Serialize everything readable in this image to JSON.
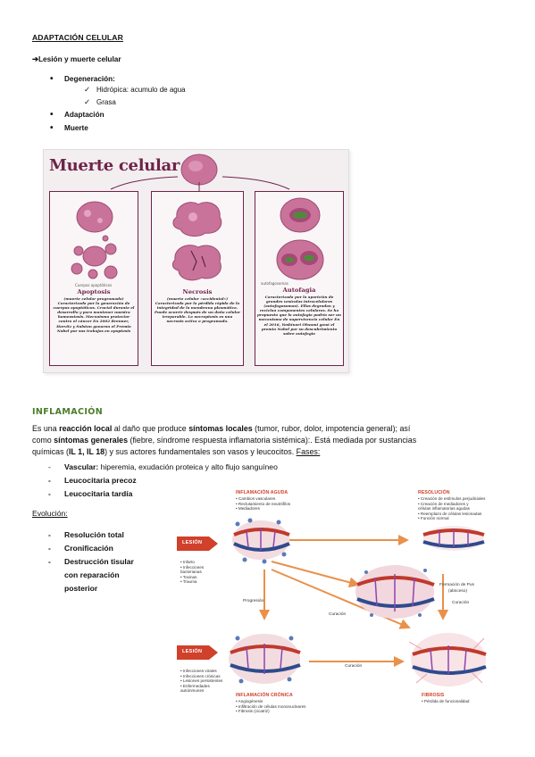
{
  "header": {
    "title": "ADAPTACIÓN CELULAR",
    "subtitle": "➔Lesión y muerte celular"
  },
  "outline": {
    "degeneracion": "Degeneración:",
    "hidropica": "Hidrópica: acumulo de agua",
    "grasa": "Grasa",
    "adaptacion": "Adaptación",
    "muerte": "Muerte"
  },
  "muerte_figure": {
    "title": "Muerte celular",
    "apoptosis": {
      "label": "Apoptosis",
      "tiny_label": "Cuerpos apoptóticos",
      "text": "(muerte celular programada) Caracterizada por la generación de cuerpos apoptóticos. Crucial durante el desarrollo y para mantener nuestra homeostasis. Mecanismo protector contra el cáncer En 2002 Brenner, Horvitz y Sulston ganaron el Premio Nobel por sus trabajos en apoptosis"
    },
    "necrosis": {
      "label": "Necrosis",
      "text": "(muerte celular «accidental») Caracterizada por la pérdida rápida de la integridad de la membrana plasmática. Puede ocurrir después de un daño celular irreparable. La necroptosis es una necrosis activa o programada."
    },
    "autofagia": {
      "label": "Autofagia",
      "tiny_label": "autofagosomas",
      "text": "Caracterizada por la aparición de grandes vesículas intracelulares (autofagosomas). Ellos degradan y reciclan componentes celulares. Se ha propuesto que la autofagia podría ser un mecanismo de supervivencia celular En el 2016, Yoshinori Ohsumi ganó el premio Nobel por su descubrimiento sobre autofagia"
    }
  },
  "inflamacion": {
    "heading": "INFLAMACIÓN",
    "p1_a": "Es una ",
    "p1_b": "reacción local",
    "p1_c": " al daño que produce ",
    "p1_d": "síntomas locales",
    "p1_e": " (tumor, rubor, dolor, impotencia general); así",
    "p2_a": "como ",
    "p2_b": "síntomas generales",
    "p2_c": " (fiebre, síndrome respuesta inflamatoria sistémica):. Está mediada por sustancias",
    "p3_a": "químicas (",
    "p3_b": "IL 1, IL 18",
    "p3_c": ") y sus actores fundamentales son vasos y leucocitos. ",
    "p3_d": "Fases:",
    "fase1_b": "Vascular:",
    "fase1_t": " hiperemia, exudación proteica y alto flujo sanguíneo",
    "fase2": "Leucocitaria precoz",
    "fase3": "Leucocitaria tardía",
    "evolucion": "Evolución:",
    "ev1": "Resolución total",
    "ev2": "Cronificación",
    "ev3a": "Destrucción tisular",
    "ev3b": "con reparación",
    "ev3c": "posterior"
  },
  "diagram": {
    "aguda_h": "INFLAMACIÓN AGUDA",
    "aguda_items": [
      "• Cambios vasculares",
      "• Reclutamiento de neutrófilos",
      "• Mediadores"
    ],
    "resolucion_h": "RESOLUCIÓN",
    "resolucion_items": [
      "• Creación de estímulos perjudiciales",
      "• Creación de mediadores y",
      "  células inflamatorias agudas",
      "• Reemplazo de células lesionadas",
      "• Función normal"
    ],
    "lesion1": "LESIÓN",
    "lesion1_items": [
      "• Infarto",
      "• Infecciones",
      "  bacterianas",
      "• Toxinas",
      "• Trauma"
    ],
    "pus": "Formación de Pus",
    "pus2": "(absceso)",
    "progresion": "Progresión",
    "curacion1": "Curación",
    "curacion2": "Curación",
    "curacion3": "Curación",
    "lesion2": "LESIÓN",
    "lesion2_items": [
      "• Infecciones virales",
      "• Infecciones crónicas",
      "• Lesiones persistentes",
      "• Enfermedades",
      "  autoinmunes"
    ],
    "cronica_h": "INFLAMACIÓN CRÓNICA",
    "cronica_items": [
      "• Angiogénesis",
      "• Infiltración de células mononucleares",
      "• Fibrosis (cicatriz)"
    ],
    "fibrosis_h": "FIBROSIS",
    "fibrosis_items": [
      "• Pérdida de funcionalidad"
    ],
    "accent": "#d0402a"
  }
}
